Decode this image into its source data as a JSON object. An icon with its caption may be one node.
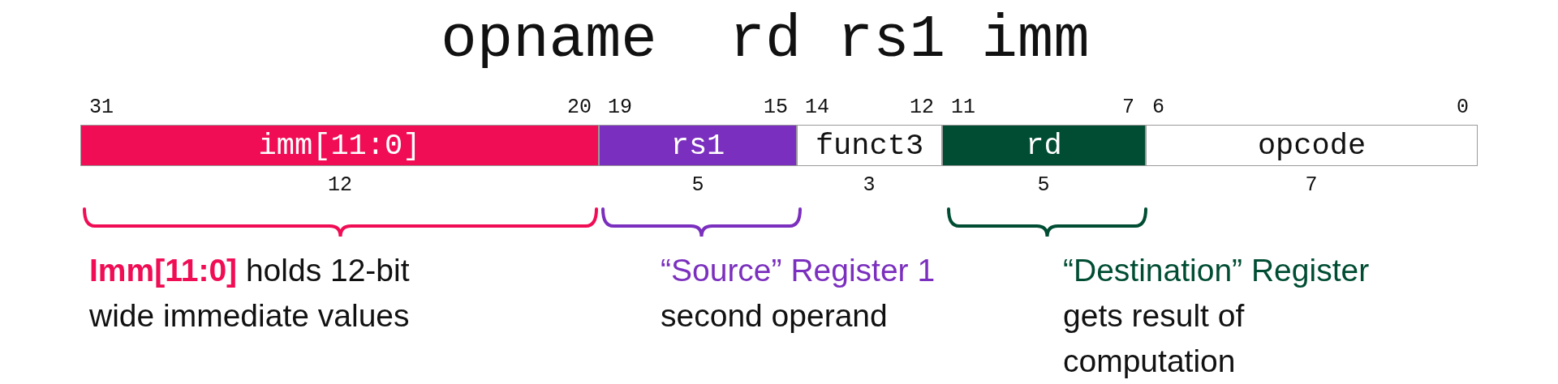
{
  "diagram": {
    "title": "opname  rd rs1 imm",
    "nodes": [
      {
        "text": [
          "imm[11:0]"
        ]
      },
      {
        "text": [
          "rs1"
        ]
      },
      {
        "text": [
          "funct3"
        ]
      },
      {
        "text": [
          "rd"
        ]
      },
      {
        "text": [
          "opcode"
        ]
      }
    ],
    "labels": [
      "31",
      "20",
      "19",
      "15",
      "14",
      "12",
      "11",
      "7",
      "6",
      "0",
      "12",
      "5",
      "3",
      "5",
      "7",
      "**Imm[11:0]** holds 12-bit wide immediate values",
      "“Source” Register 1",
      "second operand",
      "“Destination” Register",
      "gets result of computation"
    ]
  }
}
